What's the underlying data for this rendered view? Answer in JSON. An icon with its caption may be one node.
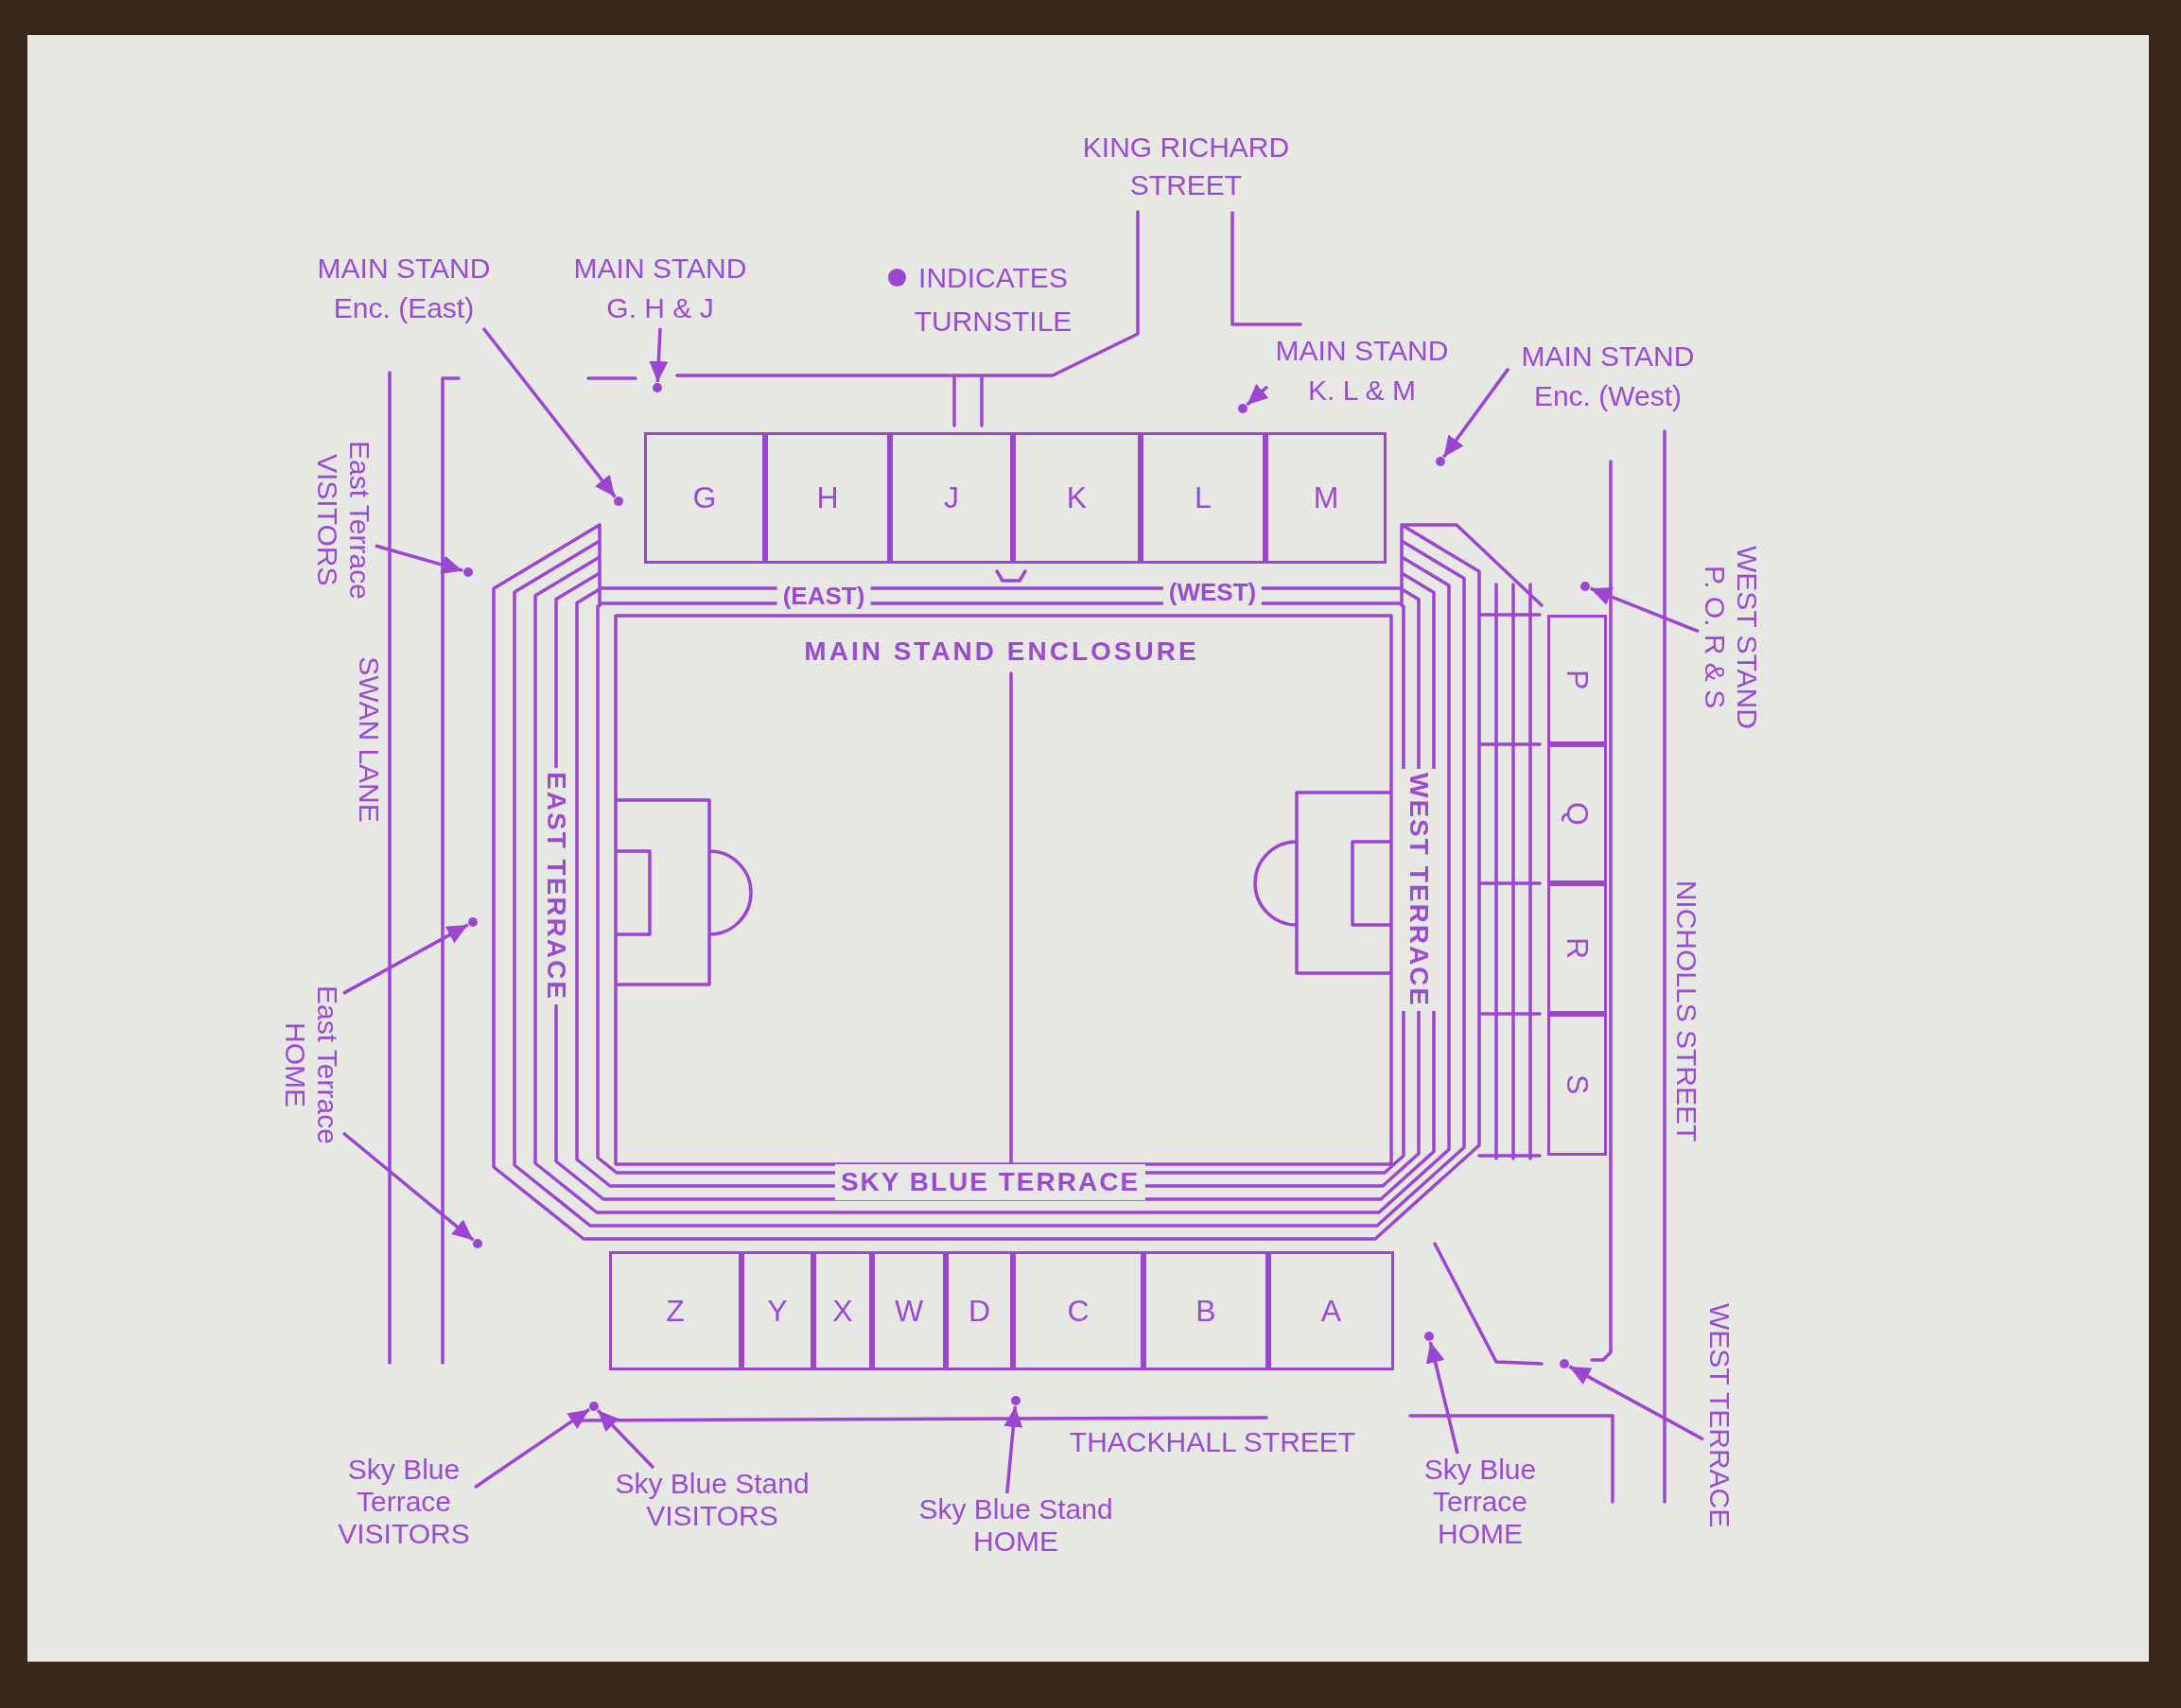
{
  "diagram": {
    "nodes": [
      {
        "text": [
          "MAIN STAND Enc. (East)"
        ]
      },
      {
        "text": [
          "MAIN STAND G. H & J"
        ]
      },
      {
        "text": [
          "MAIN STAND K. L & M"
        ]
      },
      {
        "text": [
          "MAIN STAND Enc. (West)"
        ]
      },
      {
        "text": [],
        "shape": "circle"
      },
      {
        "text": [],
        "shape": "circle"
      },
      {
        "text": [],
        "shape": "circle"
      },
      {
        "text": [],
        "shape": "circle"
      },
      {
        "text": [
          "G"
        ]
      },
      {
        "text": [
          "H"
        ]
      },
      {
        "text": [
          "J"
        ]
      },
      {
        "text": [
          "K"
        ]
      },
      {
        "text": [
          "L"
        ]
      },
      {
        "text": [
          "M"
        ]
      },
      {
        "text": [
          "East Terrace VISITORS"
        ]
      },
      {
        "text": [],
        "shape": "circle"
      },
      {
        "text": [],
        "shape": "circle"
      },
      {
        "text": [
          "WEST STAND P. O. R & S"
        ]
      },
      {
        "text": [
          "P"
        ]
      },
      {
        "text": [
          "Q"
        ]
      },
      {
        "text": [
          "R"
        ]
      },
      {
        "text": [
          "S"
        ]
      },
      {
        "text": [],
        "shape": "circle"
      },
      {
        "text": [
          "East Terrace HOME"
        ]
      },
      {
        "text": [],
        "shape": "circle"
      },
      {
        "text": [
          "Z"
        ]
      },
      {
        "text": [
          "Y"
        ]
      },
      {
        "text": [
          "X"
        ]
      },
      {
        "text": [
          "W"
        ]
      },
      {
        "text": [
          "D"
        ]
      },
      {
        "text": [
          "C"
        ]
      },
      {
        "text": [
          "B"
        ]
      },
      {
        "text": [
          "A"
        ]
      },
      {
        "text": [],
        "shape": "circle"
      },
      {
        "text": [],
        "shape": "circle"
      },
      {
        "text": [],
        "shape": "circle"
      },
      {
        "text": [],
        "shape": "circle"
      },
      {
        "text": [
          "Sky Blue Terrace VISITORS"
        ]
      },
      {
        "text": [
          "Sky Blue Stand VISITORS"
        ]
      },
      {
        "text": [
          "Sky Blue Stand HOME"
        ]
      },
      {
        "text": [
          "Sky Blue Terrace HOME"
        ]
      },
      {
        "text": [
          "WEST TERRACE"
        ]
      }
    ],
    "edges": [
      {
        "from": 0,
        "to": 7,
        "arrow": "to"
      },
      {
        "from": 1,
        "to": 4,
        "arrow": "to"
      },
      {
        "from": 2,
        "to": 5,
        "arrow": "to"
      },
      {
        "from": 3,
        "to": 6,
        "arrow": "to"
      },
      {
        "from": 14,
        "to": 15,
        "arrow": "to"
      },
      {
        "from": 17,
        "to": 16,
        "arrow": "to"
      },
      {
        "from": 23,
        "to": 22,
        "arrow": "to"
      },
      {
        "from": 23,
        "to": 24,
        "arrow": "to"
      },
      {
        "from": 37,
        "to": 36,
        "arrow": "to"
      },
      {
        "from": 38,
        "to": 36,
        "arrow": "to"
      },
      {
        "from": 39,
        "to": 35,
        "arrow": "to"
      },
      {
        "from": 40,
        "to": 33,
        "arrow": "to"
      },
      {
        "from": 41,
        "to": 34,
        "arrow": "to"
      }
    ],
    "labels": [
      "KING RICHARD STREET",
      "(EAST)",
      "(WEST)",
      "MAIN STAND ENCLOSURE",
      "SWAN LANE",
      "EAST TERRACE",
      "WEST TERRACE",
      "NICHOLLS STREET",
      "SKY BLUE TERRACE",
      "THACKHALL STREET"
    ],
    "legend": [
      {
        "text": "INDICATES TURNSTILE"
      }
    ]
  }
}
